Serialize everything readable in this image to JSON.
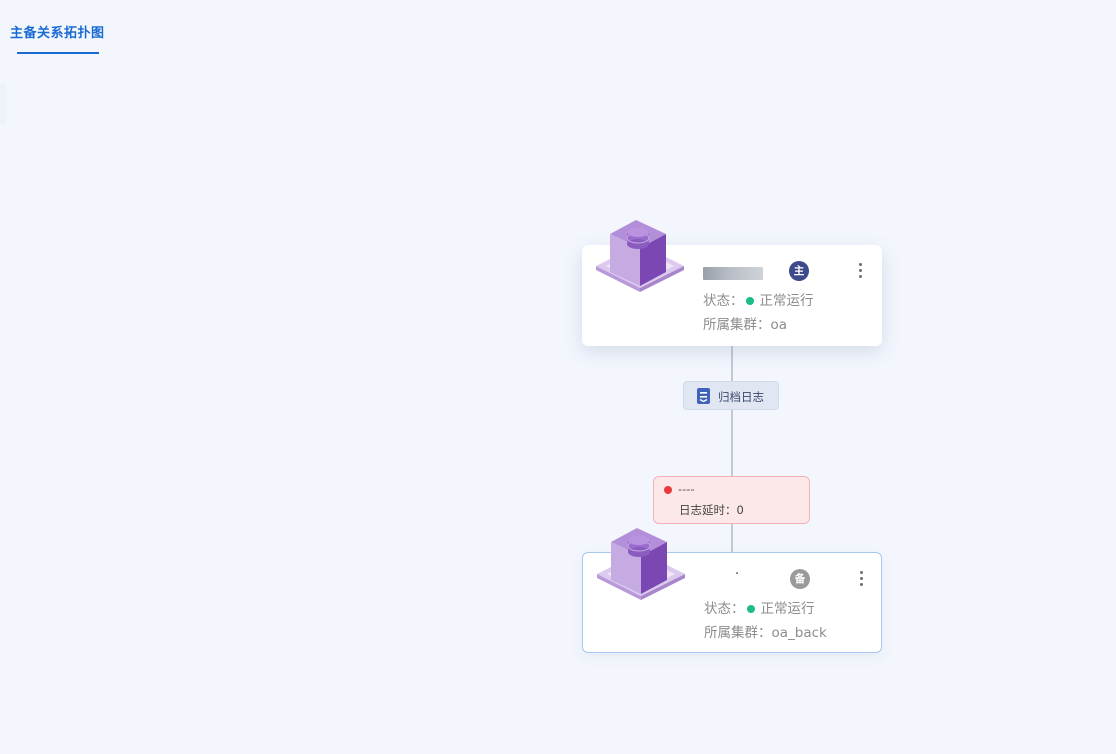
{
  "tab": {
    "label": "主备关系拓扑图"
  },
  "primary": {
    "role_badge": "主",
    "status_label": "状态：",
    "status_value": "正常运行",
    "cluster_label": "所属集群：",
    "cluster_value": "oa"
  },
  "link": {
    "label": "归档日志"
  },
  "delay": {
    "status": "----",
    "label": "日志延时：",
    "value": "0"
  },
  "backup": {
    "name": ".",
    "role_badge": "备",
    "status_label": "状态：",
    "status_value": "正常运行",
    "cluster_label": "所属集群：",
    "cluster_value": "oa_back"
  },
  "colors": {
    "accent": "#1a6ad3",
    "status_ok": "#1bbf84",
    "status_error": "#e83a3a",
    "db_icon": "#7b48b3"
  },
  "icons": [
    "database-icon",
    "more-vertical-icon",
    "document-icon"
  ]
}
